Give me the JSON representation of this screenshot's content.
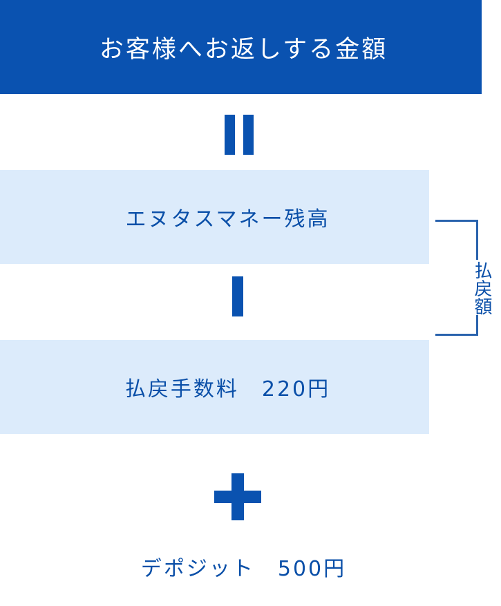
{
  "header": {
    "label": "お客様へお返しする金額"
  },
  "operators": {
    "equals": "=",
    "minus": "−",
    "plus": "+"
  },
  "items": {
    "balance_label": "エヌタスマネー残高",
    "fee_label": "払戻手数料　220円",
    "deposit_label": "デポジット　500円"
  },
  "bracket": {
    "label": "払戻額"
  },
  "colors": {
    "primary": "#0a52b0",
    "light_box": "#dcebfb",
    "text": "#0a4fa8"
  }
}
